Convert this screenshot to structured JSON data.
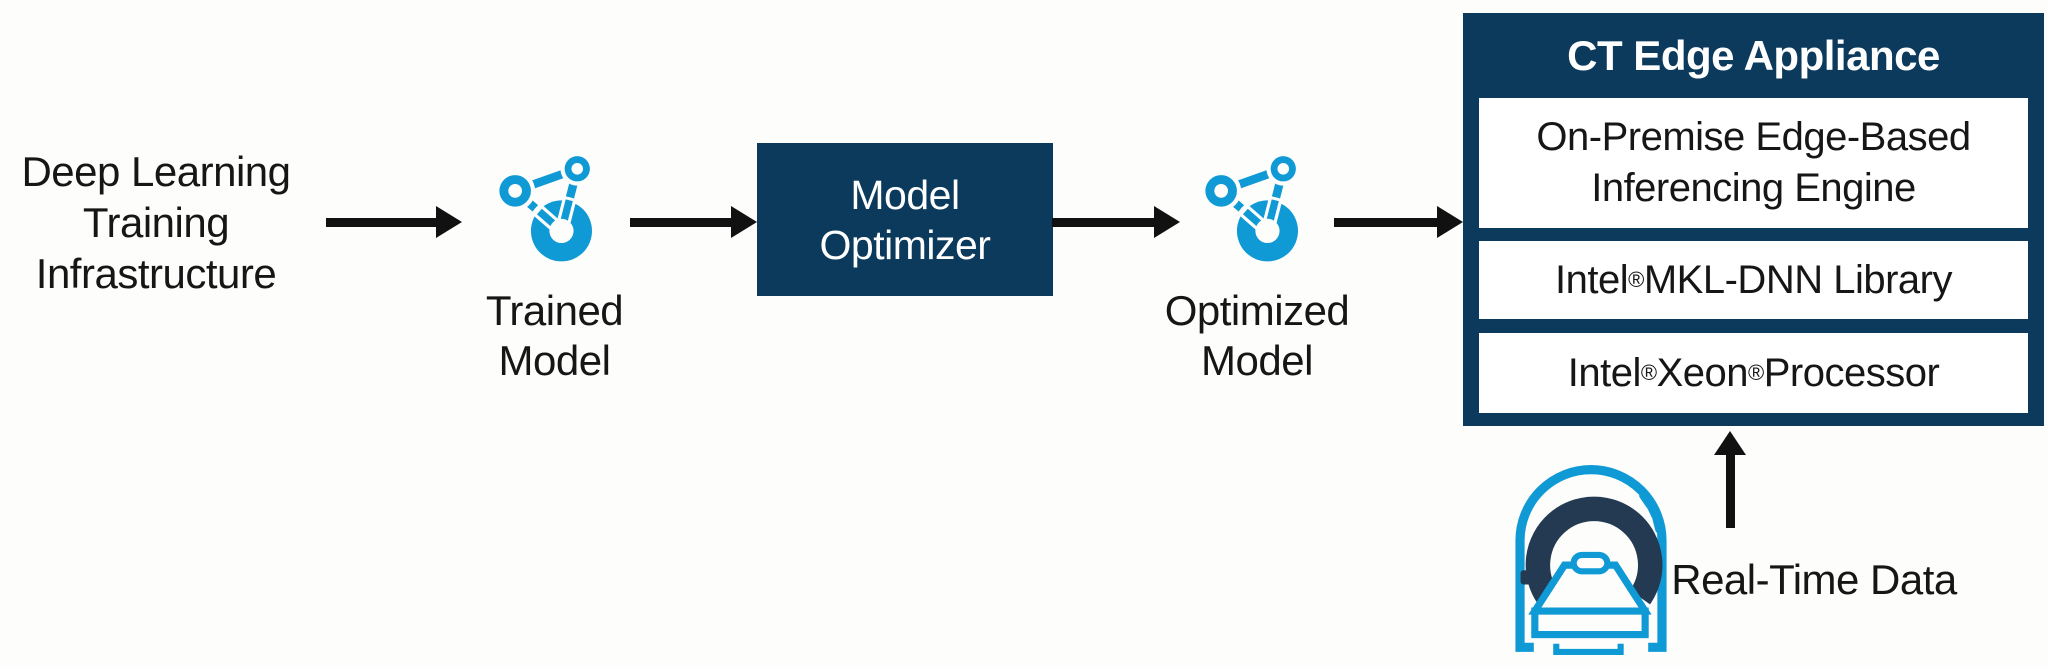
{
  "colors": {
    "navy": "#0b3a5c",
    "accent_blue": "#0f9ad6",
    "scanner_ring_navy": "#243a52",
    "ink": "#161616",
    "box_text": "#ffffff"
  },
  "pipeline": {
    "source_label": "Deep Learning\nTraining\nInfrastructure",
    "trained_model": {
      "icon": "network-model-icon",
      "label": "Trained\nModel"
    },
    "optimizer_box": {
      "label": "Model\nOptimizer"
    },
    "optimized_model": {
      "icon": "network-model-icon",
      "label": "Optimized\nModel"
    }
  },
  "appliance": {
    "title": "CT Edge Appliance",
    "layers": [
      "On-Premise Edge-Based\nInferencing Engine",
      "Intel® MKL-DNN Library",
      "Intel® Xeon® Processor"
    ]
  },
  "realtime_source": {
    "icon": "ct-scanner-icon",
    "label": "Real-Time Data"
  }
}
